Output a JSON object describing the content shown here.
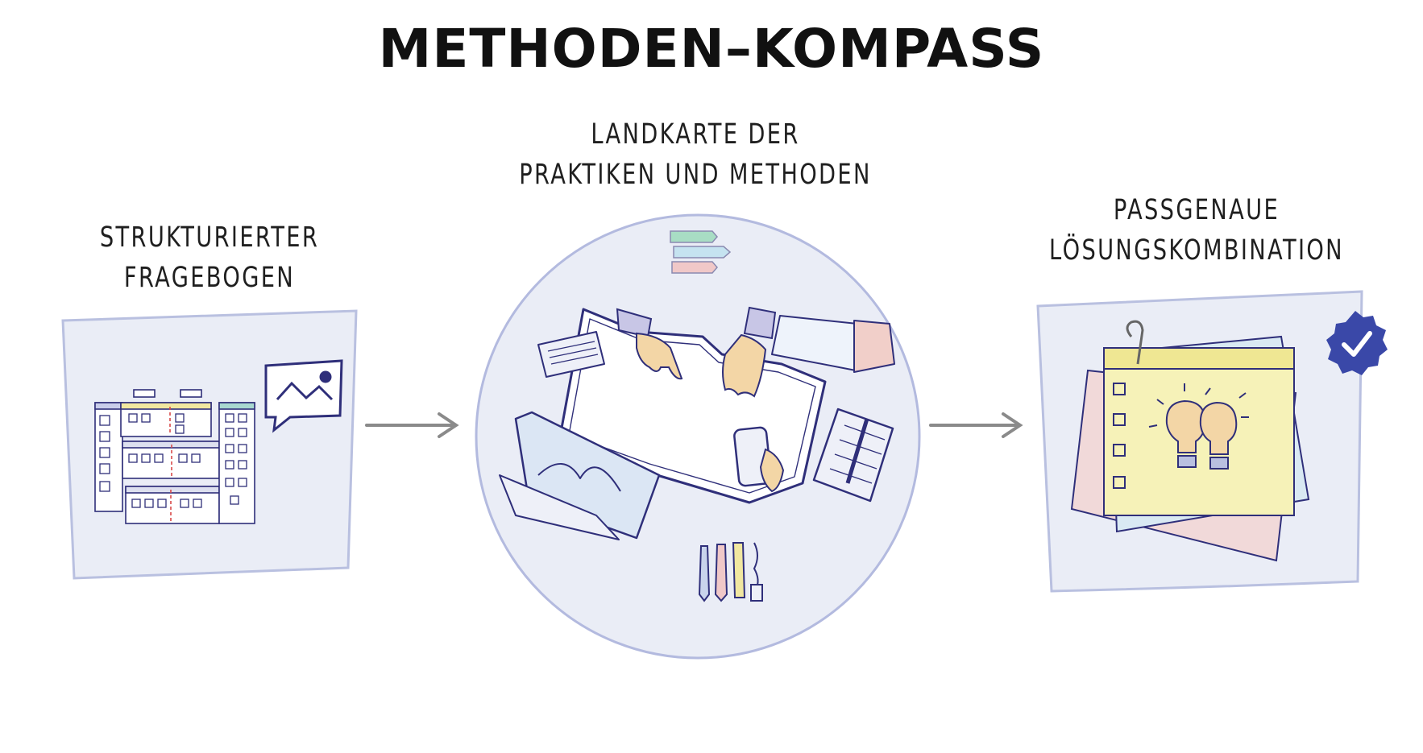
{
  "title": "METHODEN–KOMPASS",
  "steps": [
    {
      "line1": "STRUKTURIERTER",
      "line2": "FRAGEBOGEN",
      "icon": "questionnaire-board-icon"
    },
    {
      "line1": "LANDKARTE DER",
      "line2": "PRAKTIKEN UND METHODEN",
      "icon": "workshop-table-icon"
    },
    {
      "line1": "PASSGENAUE",
      "line2": "LÖSUNGSKOMBINATION",
      "icon": "sticky-notes-idea-icon"
    }
  ],
  "colors": {
    "panel_fill": "#eaedf6",
    "panel_stroke": "#b9c0e0",
    "ink": "#2f2f7a",
    "arrow": "#8a8a8a",
    "badge": "#3a48a8",
    "note_yellow": "#f6f2b8",
    "note_pink": "#f1d9d9",
    "note_blue": "#d9e9f3"
  }
}
